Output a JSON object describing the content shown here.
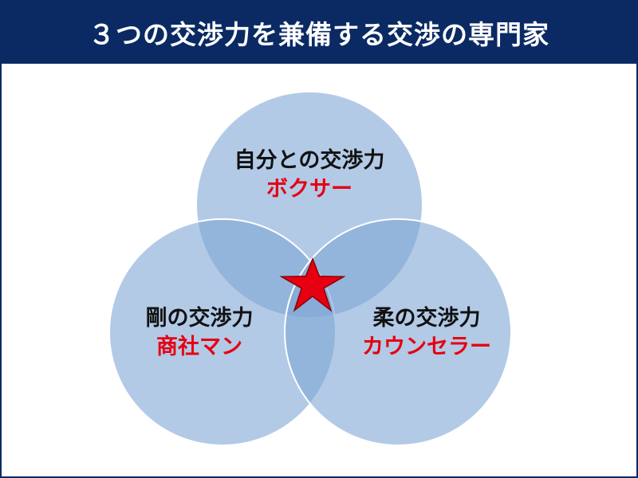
{
  "title": "３つの交渉力を兼備する交渉の専門家",
  "circles": [
    {
      "label": "自分との交渉力",
      "sublabel": "ボクサー"
    },
    {
      "label": "剛の交渉力",
      "sublabel": "商社マン"
    },
    {
      "label": "柔の交渉力",
      "sublabel": "カウンセラー"
    }
  ],
  "colors": {
    "title_background": "#0b2a63",
    "title_text": "#ffffff",
    "circle_fill": "#a9c4e4",
    "circle_stroke": "#ffffff",
    "label_text": "#111111",
    "sublabel_text": "#e60012",
    "star": "#e60012"
  },
  "center_icon": "star-icon"
}
